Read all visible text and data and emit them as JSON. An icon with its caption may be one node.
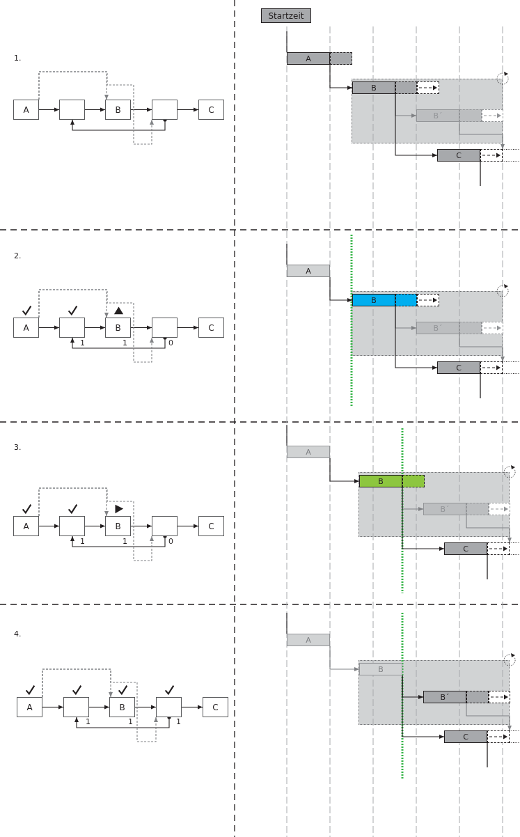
{
  "diagram": {
    "nodes": [
      {
        "text": [
          "Startzeit"
        ]
      },
      {
        "text": [
          "A"
        ]
      },
      {
        "text": [],
        "shape": "box"
      },
      {
        "text": [
          "B"
        ]
      },
      {
        "text": [],
        "shape": "box"
      },
      {
        "text": [
          "C"
        ]
      },
      {
        "text": [
          "A"
        ]
      },
      {
        "text": [],
        "shape": "box"
      },
      {
        "text": [
          "B"
        ],
        "in": 7
      },
      {
        "text": [
          "B´"
        ],
        "in": 7
      },
      {
        "text": [
          "C"
        ]
      },
      {
        "text": [
          "A"
        ]
      },
      {
        "text": [],
        "shape": "box"
      },
      {
        "text": [
          "B"
        ]
      },
      {
        "text": [],
        "shape": "box"
      },
      {
        "text": [
          "C"
        ]
      },
      {
        "text": [
          "A"
        ]
      },
      {
        "text": [],
        "shape": "box"
      },
      {
        "text": [
          "B"
        ],
        "in": 17
      },
      {
        "text": [
          "B´"
        ],
        "in": 17
      },
      {
        "text": [
          "C"
        ]
      },
      {
        "text": [
          "A"
        ]
      },
      {
        "text": [],
        "shape": "box"
      },
      {
        "text": [
          "B"
        ]
      },
      {
        "text": [],
        "shape": "box"
      },
      {
        "text": [
          "C"
        ]
      },
      {
        "text": [
          "A"
        ]
      },
      {
        "text": [],
        "shape": "box"
      },
      {
        "text": [
          "B"
        ],
        "in": 27
      },
      {
        "text": [
          "B´"
        ],
        "in": 27
      },
      {
        "text": [
          "C"
        ]
      },
      {
        "text": [
          "A"
        ]
      },
      {
        "text": [],
        "shape": "box"
      },
      {
        "text": [
          "B"
        ]
      },
      {
        "text": [],
        "shape": "box"
      },
      {
        "text": [
          "C"
        ]
      },
      {
        "text": [
          "A"
        ]
      },
      {
        "text": [],
        "shape": "box"
      },
      {
        "text": [
          "B"
        ],
        "in": 37
      },
      {
        "text": [
          "B´"
        ],
        "in": 37
      },
      {
        "text": [
          "C"
        ]
      }
    ],
    "edges": [
      {
        "from": 1,
        "to": 2,
        "arrow": "to"
      },
      {
        "from": 2,
        "to": 3,
        "arrow": "to"
      },
      {
        "from": 3,
        "to": 4,
        "arrow": "to"
      },
      {
        "from": 4,
        "to": 5,
        "arrow": "to"
      },
      {
        "from": 4,
        "to": 2,
        "arrow": "to"
      },
      {
        "from": 1,
        "to": 3,
        "arrow": "to",
        "style": "dashed",
        "color": "#808285"
      },
      {
        "from": 1,
        "to": 4,
        "arrow": "to",
        "style": "dashed",
        "color": "#808285"
      },
      {
        "from": 6,
        "to": 8,
        "arrow": "to"
      },
      {
        "from": 8,
        "to": 9,
        "arrow": "to",
        "color": "#808285"
      },
      {
        "from": 8,
        "to": 10,
        "arrow": "to"
      },
      {
        "from": 9,
        "to": 10,
        "arrow": "to",
        "color": "#808285"
      },
      {
        "from": 11,
        "to": 12,
        "arrow": "to"
      },
      {
        "from": 12,
        "to": 13,
        "arrow": "to"
      },
      {
        "from": 13,
        "to": 14,
        "arrow": "to"
      },
      {
        "from": 14,
        "to": 15,
        "arrow": "to"
      },
      {
        "from": 14,
        "to": 12,
        "arrow": "to"
      },
      {
        "from": 11,
        "to": 13,
        "arrow": "to",
        "style": "dashed",
        "color": "#808285"
      },
      {
        "from": 11,
        "to": 14,
        "arrow": "to",
        "style": "dashed",
        "color": "#808285"
      },
      {
        "from": 16,
        "to": 18,
        "arrow": "to"
      },
      {
        "from": 18,
        "to": 19,
        "arrow": "to",
        "color": "#808285"
      },
      {
        "from": 18,
        "to": 20,
        "arrow": "to"
      },
      {
        "from": 19,
        "to": 20,
        "arrow": "to",
        "color": "#808285"
      },
      {
        "from": 21,
        "to": 22,
        "arrow": "to"
      },
      {
        "from": 22,
        "to": 23,
        "arrow": "to"
      },
      {
        "from": 23,
        "to": 24,
        "arrow": "to"
      },
      {
        "from": 24,
        "to": 25,
        "arrow": "to"
      },
      {
        "from": 24,
        "to": 22,
        "arrow": "to"
      },
      {
        "from": 21,
        "to": 23,
        "arrow": "to",
        "style": "dashed",
        "color": "#808285"
      },
      {
        "from": 21,
        "to": 24,
        "arrow": "to",
        "style": "dashed",
        "color": "#808285"
      },
      {
        "from": 26,
        "to": 28,
        "arrow": "to"
      },
      {
        "from": 28,
        "to": 29,
        "arrow": "to",
        "color": "#808285"
      },
      {
        "from": 28,
        "to": 30,
        "arrow": "to"
      },
      {
        "from": 29,
        "to": 30,
        "arrow": "to",
        "color": "#808285"
      },
      {
        "from": 31,
        "to": 32,
        "arrow": "to"
      },
      {
        "from": 32,
        "to": 33,
        "arrow": "to"
      },
      {
        "from": 33,
        "to": 34,
        "arrow": "to"
      },
      {
        "from": 34,
        "to": 35,
        "arrow": "to"
      },
      {
        "from": 34,
        "to": 32,
        "arrow": "to"
      },
      {
        "from": 31,
        "to": 33,
        "arrow": "to",
        "style": "dashed",
        "color": "#808285"
      },
      {
        "from": 31,
        "to": 34,
        "arrow": "to",
        "style": "dashed",
        "color": "#808285"
      },
      {
        "from": 36,
        "to": 38,
        "arrow": "to",
        "color": "#808285"
      },
      {
        "from": 38,
        "to": 39,
        "arrow": "to"
      },
      {
        "from": 38,
        "to": 40,
        "arrow": "to"
      },
      {
        "from": 39,
        "to": 40,
        "arrow": "to",
        "color": "#808285"
      }
    ],
    "labels": [
      "1.",
      "2.",
      "1",
      "1",
      "0",
      "3.",
      "1",
      "1",
      "0",
      "4.",
      "1",
      "1",
      "1"
    ]
  }
}
